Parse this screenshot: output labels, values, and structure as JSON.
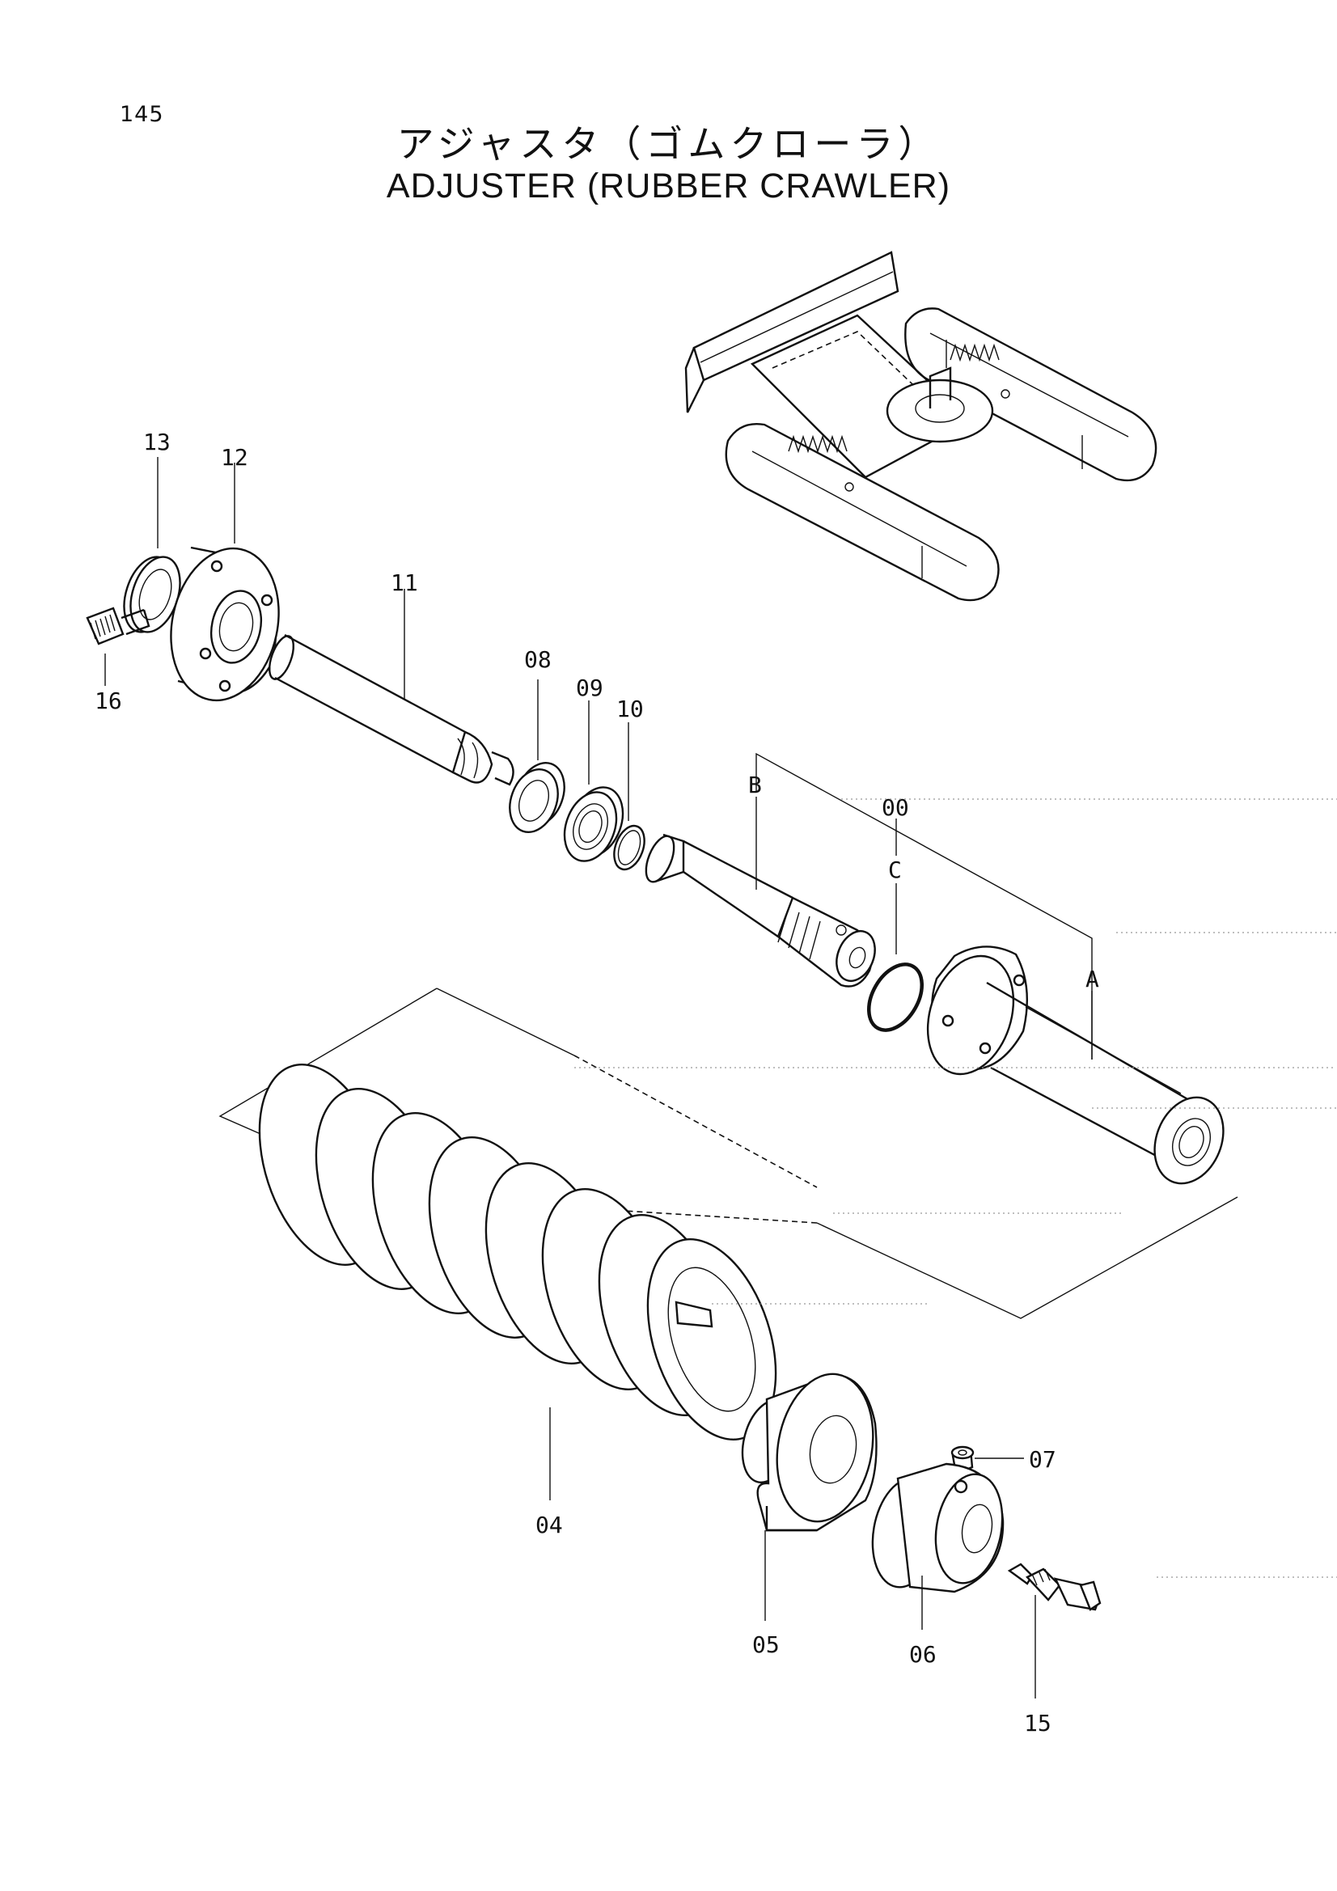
{
  "page": {
    "number": "145"
  },
  "title": {
    "japanese": "アジャスタ（ゴムクローラ）",
    "english": "ADJUSTER (RUBBER CRAWLER)"
  },
  "callouts": {
    "c13": "13",
    "c12": "12",
    "c11": "11",
    "c16": "16",
    "c08": "08",
    "c09": "09",
    "c10": "10",
    "cB": "B",
    "c00": "00",
    "cC": "C",
    "cA": "A",
    "c07": "07",
    "c04": "04",
    "c05": "05",
    "c06": "06",
    "c15": "15"
  }
}
